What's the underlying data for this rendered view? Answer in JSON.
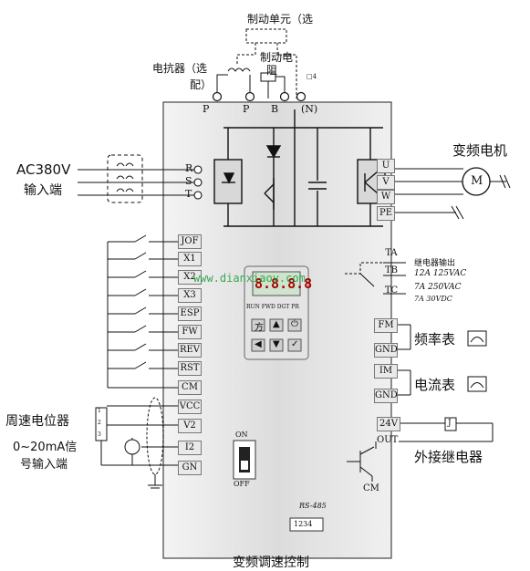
{
  "top": {
    "brake_unit": "制动单元（选",
    "brake_resistor_line1": "制动电",
    "brake_resistor_line2": "阻",
    "reactor_line1": "电抗器（选",
    "reactor_line2": "配）",
    "bus_small_label": "□4"
  },
  "power_terminals": [
    "P",
    "P",
    "B",
    "(N)"
  ],
  "input": {
    "voltage": "AC380V",
    "label": "输入端",
    "terminals": [
      "R",
      "S",
      "T"
    ]
  },
  "output": {
    "motor_label": "变频电机",
    "motor_symbol": "M",
    "terminals": [
      "U",
      "V",
      "W",
      "PE"
    ]
  },
  "control_inputs": [
    "JOF",
    "X1",
    "X2",
    "X3",
    "ESP",
    "FW",
    "REV",
    "RST",
    "CM"
  ],
  "analog_terminals": [
    "VCC",
    "V2",
    "I2",
    "GN"
  ],
  "potentiometer": {
    "label": "周速电位器",
    "pins": [
      "1",
      "2",
      "3"
    ]
  },
  "current_signal": {
    "line1": "0~20mA信",
    "line2": "号输入端"
  },
  "relay": {
    "terminals": [
      "TA",
      "TB",
      "TC"
    ],
    "title": "继电器输出",
    "spec1": "12A 125VAC",
    "spec2": "7A 250VAC",
    "spec3": "7A 30VDC"
  },
  "meters": {
    "fm_terminals": [
      "FM",
      "GND"
    ],
    "freq_label": "频率表",
    "im_terminals": [
      "IM",
      "GND"
    ],
    "current_label": "电流表"
  },
  "external_relay": {
    "terminals": [
      "24V",
      "OUT"
    ],
    "label": "外接继电器",
    "symbol": "J",
    "transistor_emitter": "CM"
  },
  "keypad": {
    "display": "8.8.8.8",
    "indicators": "RUN FWD DGT PR",
    "keys": [
      "方",
      "▲",
      "⏻",
      "◀",
      "▼",
      "✓"
    ]
  },
  "switch": {
    "on": "ON",
    "off": "OFF"
  },
  "comm": {
    "rs485": "RS-485",
    "pins": "1234"
  },
  "watermark": "www.dianxiaoy.com",
  "bottom_caption": "变频调速控制"
}
